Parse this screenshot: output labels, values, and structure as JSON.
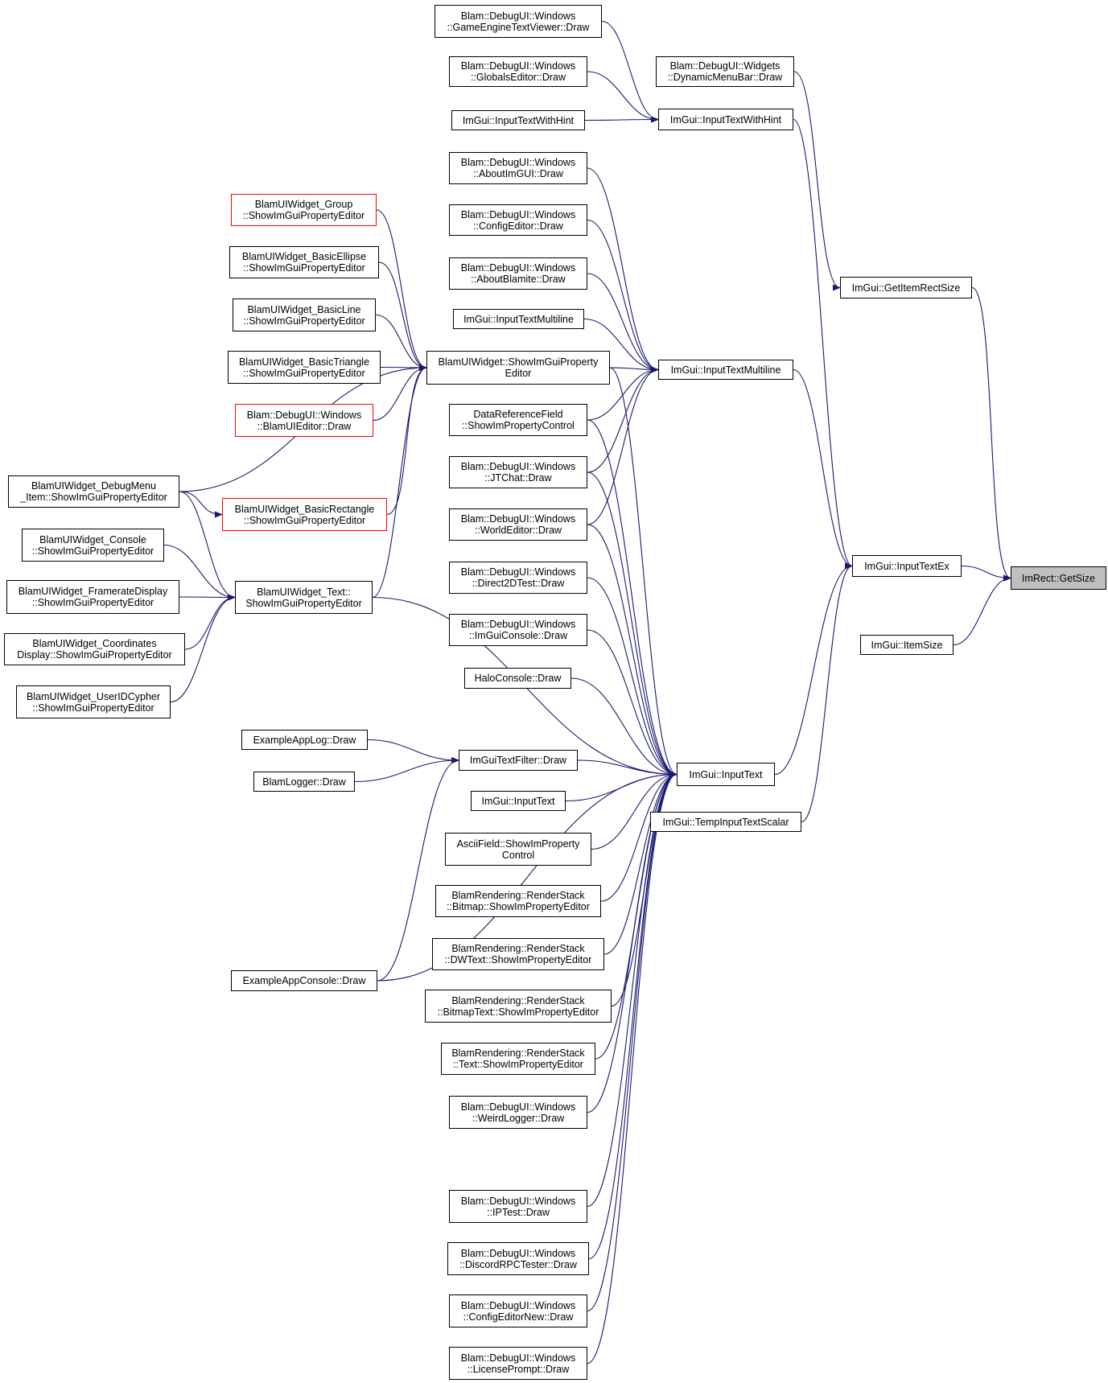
{
  "colors": {
    "edge": "#191970",
    "node_border": "#000000",
    "node_border_incomplete": "#ff0000",
    "focus_fill": "#bfbfbf"
  },
  "nodes": {
    "getsize": [
      "ImRect::GetSize"
    ],
    "inputtextex": [
      "ImGui::InputTextEx"
    ],
    "itemsize": [
      "ImGui::ItemSize"
    ],
    "getitemrectsize": [
      "ImGui::GetItemRectSize"
    ],
    "inputtext": [
      "ImGui::InputText"
    ],
    "tempinputtextscalar": [
      "ImGui::TempInputTextScalar"
    ],
    "inputtextwithhint": [
      "ImGui::InputTextWithHint"
    ],
    "inputtextmultiline": [
      "ImGui::InputTextMultiline"
    ],
    "dynamicmenubar": [
      "Blam::DebugUI::Widgets",
      "::DynamicMenuBar::Draw"
    ],
    "gameenginetextviewer": [
      "Blam::DebugUI::Windows",
      "::GameEngineTextViewer::Draw"
    ],
    "globalseditor": [
      "Blam::DebugUI::Windows",
      "::GlobalsEditor::Draw"
    ],
    "inputtextwithhint_caller": [
      "ImGui::InputTextWithHint"
    ],
    "aboutimgui": [
      "Blam::DebugUI::Windows",
      "::AboutImGUI::Draw"
    ],
    "configeditor": [
      "Blam::DebugUI::Windows",
      "::ConfigEditor::Draw"
    ],
    "aboutblamite": [
      "Blam::DebugUI::Windows",
      "::AboutBlamite::Draw"
    ],
    "inputtextmultiline_caller": [
      "ImGui::InputTextMultiline"
    ],
    "showimguipropertyeditor": [
      "BlamUIWidget::ShowImGuiProperty",
      "Editor"
    ],
    "datareferencefield": [
      "DataReferenceField",
      "::ShowImPropertyControl"
    ],
    "jtchat": [
      "Blam::DebugUI::Windows",
      "::JTChat::Draw"
    ],
    "worldeditor": [
      "Blam::DebugUI::Windows",
      "::WorldEditor::Draw"
    ],
    "direct2dtest": [
      "Blam::DebugUI::Windows",
      "::Direct2DTest::Draw"
    ],
    "imguiconsole": [
      "Blam::DebugUI::Windows",
      "::ImGuiConsole::Draw"
    ],
    "haloconsole": [
      "HaloConsole::Draw"
    ],
    "imguitextfilter": [
      "ImGuiTextFilter::Draw"
    ],
    "inputtext_caller": [
      "ImGui::InputText"
    ],
    "asciifield": [
      "AsciiField::ShowImProperty",
      "Control"
    ],
    "rs_bitmap": [
      "BlamRendering::RenderStack",
      "::Bitmap::ShowImPropertyEditor"
    ],
    "rs_dwtext": [
      "BlamRendering::RenderStack",
      "::DWText::ShowImPropertyEditor"
    ],
    "rs_bitmaptext": [
      "BlamRendering::RenderStack",
      "::BitmapText::ShowImPropertyEditor"
    ],
    "rs_text": [
      "BlamRendering::RenderStack",
      "::Text::ShowImPropertyEditor"
    ],
    "weirdlogger": [
      "Blam::DebugUI::Windows",
      "::WeirdLogger::Draw"
    ],
    "iptest": [
      "Blam::DebugUI::Windows",
      "::IPTest::Draw"
    ],
    "discordrpc": [
      "Blam::DebugUI::Windows",
      "::DiscordRPCTester::Draw"
    ],
    "configeditornew": [
      "Blam::DebugUI::Windows",
      "::ConfigEditorNew::Draw"
    ],
    "licenseprompt": [
      "Blam::DebugUI::Windows",
      "::LicensePrompt::Draw"
    ],
    "w_group": [
      "BlamUIWidget_Group",
      "::ShowImGuiPropertyEditor"
    ],
    "w_ellipse": [
      "BlamUIWidget_BasicEllipse",
      "::ShowImGuiPropertyEditor"
    ],
    "w_line": [
      "BlamUIWidget_BasicLine",
      "::ShowImGuiPropertyEditor"
    ],
    "w_triangle": [
      "BlamUIWidget_BasicTriangle",
      "::ShowImGuiPropertyEditor"
    ],
    "blamuieditor": [
      "Blam::DebugUI::Windows",
      "::BlamUIEditor::Draw"
    ],
    "w_rectangle": [
      "BlamUIWidget_BasicRectangle",
      "::ShowImGuiPropertyEditor"
    ],
    "w_text": [
      "BlamUIWidget_Text::",
      "ShowImGuiPropertyEditor"
    ],
    "w_debugmenu": [
      "BlamUIWidget_DebugMenu",
      "_Item::ShowImGuiPropertyEditor"
    ],
    "w_console": [
      "BlamUIWidget_Console",
      "::ShowImGuiPropertyEditor"
    ],
    "w_framerate": [
      "BlamUIWidget_FramerateDisplay",
      "::ShowImGuiPropertyEditor"
    ],
    "w_coordinates": [
      "BlamUIWidget_Coordinates",
      "Display::ShowImGuiPropertyEditor"
    ],
    "w_useridcypher": [
      "BlamUIWidget_UserIDCypher",
      "::ShowImGuiPropertyEditor"
    ],
    "exampleapplog": [
      "ExampleAppLog::Draw"
    ],
    "blamlogger": [
      "BlamLogger::Draw"
    ],
    "exampleappconsole": [
      "ExampleAppConsole::Draw"
    ]
  }
}
